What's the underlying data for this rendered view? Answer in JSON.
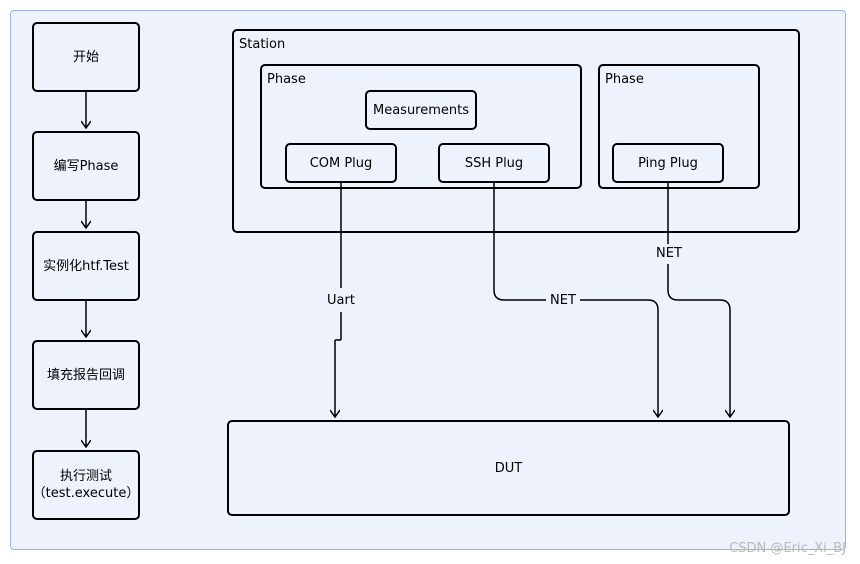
{
  "flow_steps": [
    {
      "label": "开始"
    },
    {
      "label": "编写Phase"
    },
    {
      "label": "实例化htf.Test"
    },
    {
      "label": "填充报告回调"
    },
    {
      "label": "执行测试",
      "sublabel": "（test.execute）"
    }
  ],
  "station": {
    "label": "Station",
    "phase_left": {
      "label": "Phase",
      "measurements": "Measurements",
      "com_plug": "COM Plug",
      "ssh_plug": "SSH Plug"
    },
    "phase_right": {
      "label": "Phase",
      "ping_plug": "Ping Plug"
    }
  },
  "connections": {
    "uart": "Uart",
    "net_ssh": "NET",
    "net_ping": "NET"
  },
  "dut": {
    "label": "DUT"
  },
  "watermark": "CSDN @Eric_Xi_BJ"
}
